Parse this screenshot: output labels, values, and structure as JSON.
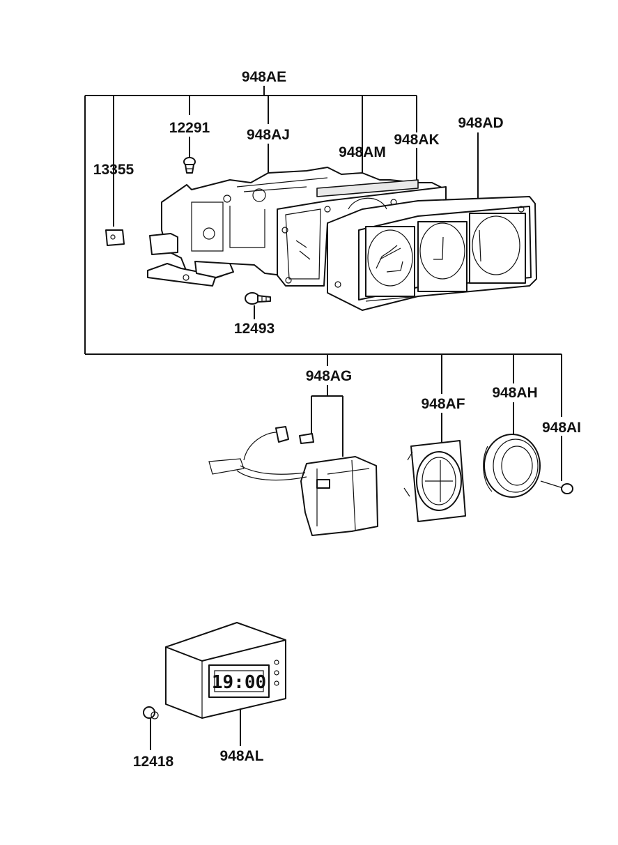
{
  "labels": {
    "l948AE": "948AE",
    "l12291": "12291",
    "l948AJ": "948AJ",
    "l948AD": "948AD",
    "l948AK": "948AK",
    "l948AM": "948AM",
    "l13355": "13355",
    "l12493": "12493",
    "l948AG": "948AG",
    "l948AF": "948AF",
    "l948AH": "948AH",
    "l948AI": "948AI",
    "l12418": "12418",
    "l948AL": "948AL"
  },
  "clock_display": "19:00"
}
